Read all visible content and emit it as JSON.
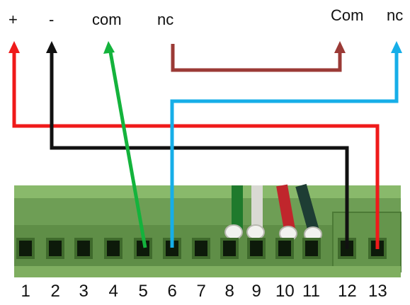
{
  "top_labels": {
    "plus": "+",
    "minus": "-",
    "com_left": "com",
    "nc_left": "nc",
    "com_right": "Com",
    "nc_right": "nc"
  },
  "terminal_numbers": [
    "1",
    "2",
    "3",
    "4",
    "5",
    "6",
    "7",
    "8",
    "9",
    "10",
    "11",
    "12",
    "13"
  ],
  "colors": {
    "red": "#ef1a1a",
    "black": "#111111",
    "green": "#14b33c",
    "brown": "#9b3a36",
    "blue": "#16aee8",
    "block": "#6e9e55"
  }
}
